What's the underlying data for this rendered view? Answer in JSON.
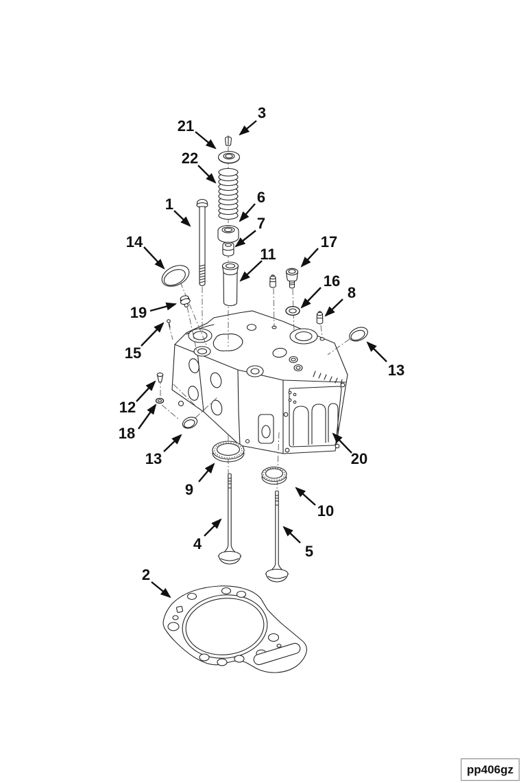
{
  "figure_code": "pp406gz",
  "callouts": [
    {
      "label": "3"
    },
    {
      "label": "21"
    },
    {
      "label": "22"
    },
    {
      "label": "1"
    },
    {
      "label": "6"
    },
    {
      "label": "7"
    },
    {
      "label": "14"
    },
    {
      "label": "11"
    },
    {
      "label": "17"
    },
    {
      "label": "16"
    },
    {
      "label": "8"
    },
    {
      "label": "13"
    },
    {
      "label": "19"
    },
    {
      "label": "15"
    },
    {
      "label": "12"
    },
    {
      "label": "18"
    },
    {
      "label": "13"
    },
    {
      "label": "20"
    },
    {
      "label": "9"
    },
    {
      "label": "10"
    },
    {
      "label": "4"
    },
    {
      "label": "5"
    },
    {
      "label": "2"
    }
  ]
}
